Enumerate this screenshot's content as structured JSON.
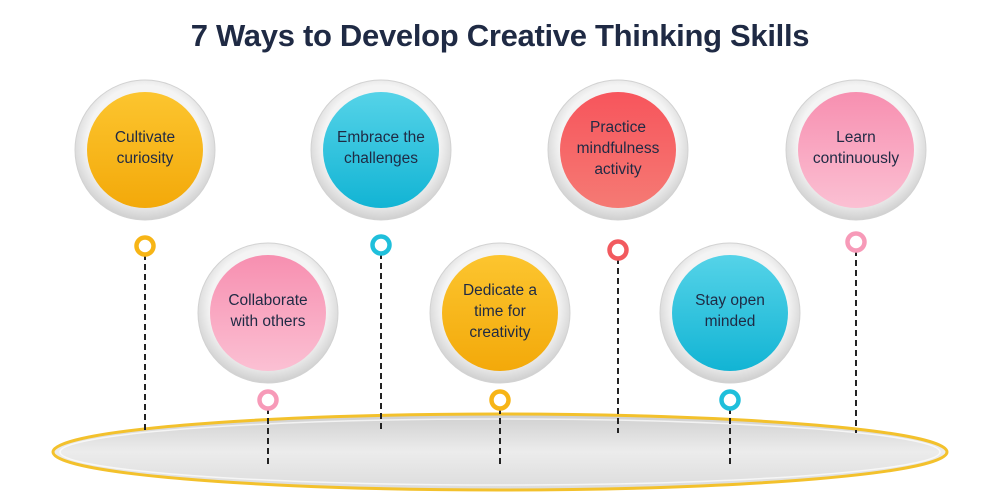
{
  "title": "7 Ways to Develop Creative Thinking Skills",
  "colors": {
    "yellow": "#f7b516",
    "cyan": "#1fbfdb",
    "pink": "#f79ab8",
    "red": "#f25a5f",
    "ring": "#dcdcdc",
    "line": "#222222",
    "platform": "#e2e2e2",
    "platform_border": "#f2c230",
    "title": "#1f2a44"
  },
  "items": [
    {
      "label": "Cultivate\ncuriosity",
      "color": "yellow"
    },
    {
      "label": "Collaborate\nwith others",
      "color": "pink"
    },
    {
      "label": "Embrace the\nchallenges",
      "color": "cyan"
    },
    {
      "label": "Dedicate a\ntime for\ncreativity",
      "color": "yellow"
    },
    {
      "label": "Practice\nmindfulness\nactivity",
      "color": "red"
    },
    {
      "label": "Stay open\nminded",
      "color": "cyan"
    },
    {
      "label": "Learn\ncontinuously",
      "color": "pink"
    }
  ]
}
